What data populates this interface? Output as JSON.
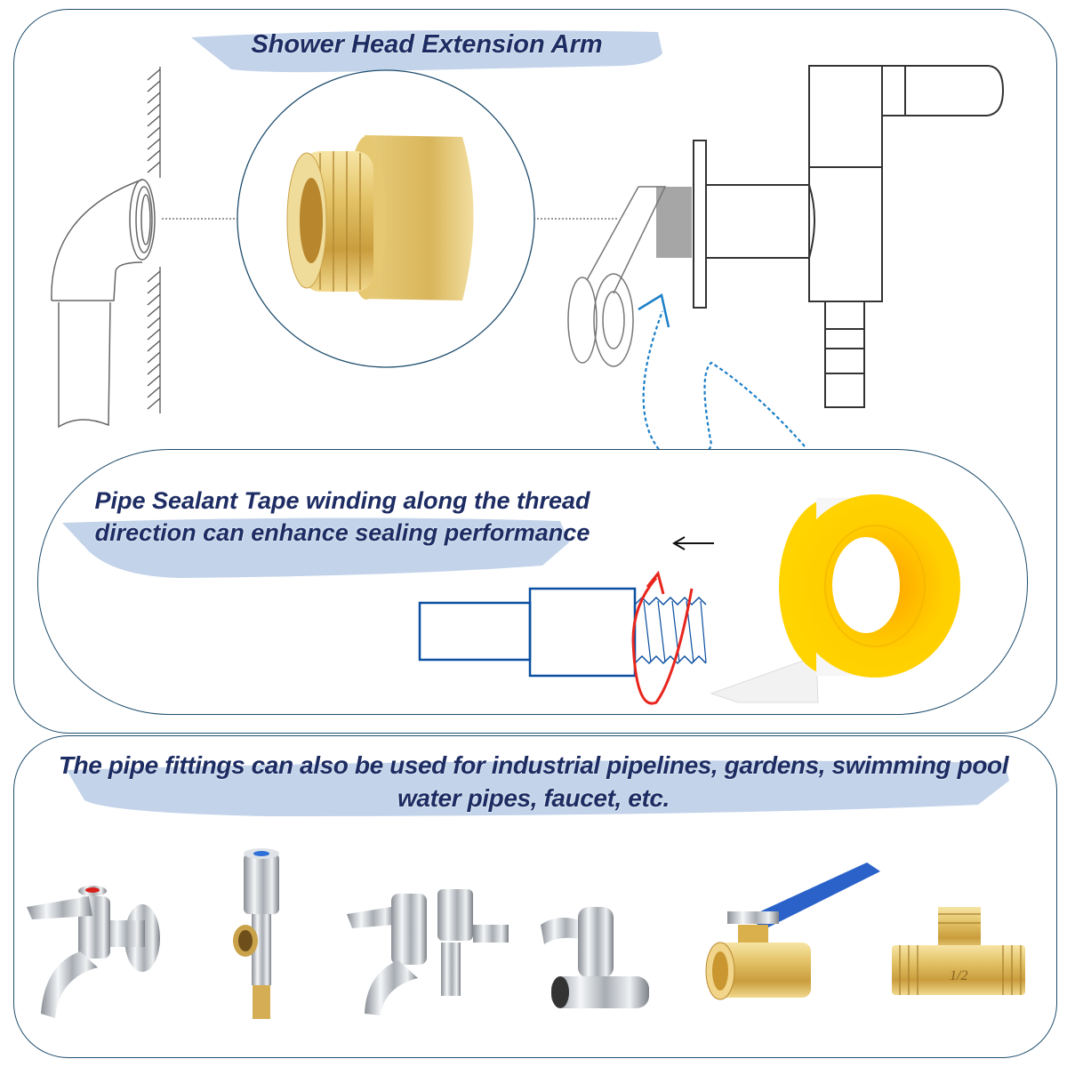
{
  "top_section": {
    "title": "Shower Head Extension Arm",
    "parts": [
      "wall-elbow-outlet",
      "brass-extension-fitting",
      "wall-faucet"
    ]
  },
  "tape_section": {
    "text": "Pipe Sealant Tape winding along the thread direction can enhance sealing performance",
    "direction_arrow": "←",
    "tape_item": "ptfe-sealant-tape-roll",
    "colors": {
      "tape_spool": "#FFD000",
      "thread_outline": "#0a4fa0",
      "wind_arrow": "#e8251d",
      "dash_arrow": "#1b7fc7"
    }
  },
  "bottom_section": {
    "text": "The pipe fittings can also be used for industrial pipelines, gardens, swimming pool water pipes, faucet, etc.",
    "products": [
      {
        "name": "wall-mounted-faucet",
        "handle_dot": "#d8211b"
      },
      {
        "name": "angle-valve",
        "handle_dot": "#2f6fd8"
      },
      {
        "name": "double-outlet-faucet"
      },
      {
        "name": "compact-faucet"
      },
      {
        "name": "brass-ball-valve",
        "handle": "#2a62c9"
      },
      {
        "name": "brass-tee-fitting",
        "marking": "1/2"
      }
    ]
  },
  "colors": {
    "text": "#1d2d63",
    "brush": "#c3d3ea",
    "border": "#1f4e6e"
  }
}
